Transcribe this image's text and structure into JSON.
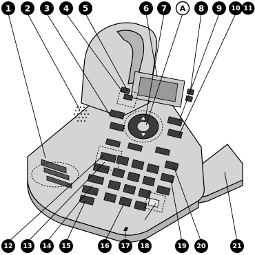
{
  "callouts_top": [
    {
      "label": "1"
    },
    {
      "label": "2"
    },
    {
      "label": "3"
    },
    {
      "label": "4"
    },
    {
      "label": "5"
    },
    {
      "label": "6"
    },
    {
      "label": "7"
    },
    {
      "label": "A"
    },
    {
      "label": "8"
    },
    {
      "label": "9"
    },
    {
      "label": "10"
    },
    {
      "label": "11"
    }
  ],
  "callouts_bottom": [
    {
      "label": "12"
    },
    {
      "label": "13"
    },
    {
      "label": "14"
    },
    {
      "label": "15"
    },
    {
      "label": "16"
    },
    {
      "label": "17"
    },
    {
      "label": "18"
    },
    {
      "label": "19"
    },
    {
      "label": "20"
    },
    {
      "label": "21"
    }
  ],
  "colors": {
    "badge": "#000000",
    "body": "#d4d4d4",
    "key": "#3c3c3c"
  }
}
